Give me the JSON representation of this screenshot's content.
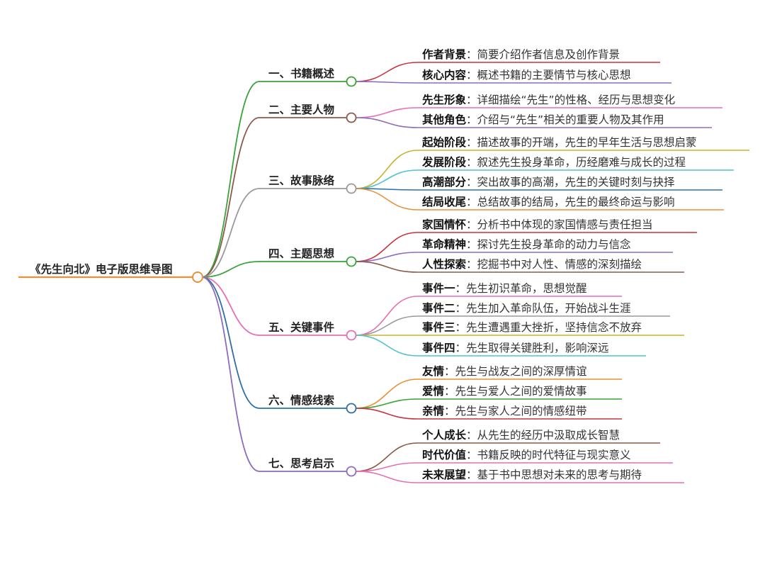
{
  "root": {
    "label": "《先生向北》电子版思维导图",
    "color": "#e8913a"
  },
  "branches": [
    {
      "label": "一、书籍概述",
      "color": "#3aa33a",
      "children": [
        {
          "key": "作者背景",
          "text": "简要介绍作者信息及创作背景",
          "color": "#c7343f"
        },
        {
          "key": "核心内容",
          "text": "概述书籍的主要情节与核心思想",
          "color": "#8e6bbf"
        }
      ]
    },
    {
      "label": "二、主要人物",
      "color": "#8b5a4a",
      "children": [
        {
          "key": "先生形象",
          "text": "详细描绘“先生”的性格、经历与思想变化",
          "color": "#e56fb4"
        },
        {
          "key": "其他角色",
          "text": "介绍与“先生”相关的重要人物及其作用",
          "color": "#8e6bbf"
        }
      ]
    },
    {
      "label": "三、故事脉络",
      "color": "#9a9a9a",
      "children": [
        {
          "key": "起始阶段",
          "text": "描述故事的开端，先生的早年生活与思想启蒙",
          "color": "#c9b22e"
        },
        {
          "key": "发展阶段",
          "text": "叙述先生投身革命，历经磨难与成长的过程",
          "color": "#4fc3cf"
        },
        {
          "key": "高潮部分",
          "text": "突出故事的高潮，先生的关键时刻与抉择",
          "color": "#2e6fa8"
        },
        {
          "key": "结局收尾",
          "text": "总结故事的结局，先生的最终命运与影响",
          "color": "#e8913a"
        }
      ]
    },
    {
      "label": "四、主题思想",
      "color": "#3aa33a",
      "children": [
        {
          "key": "家国情怀",
          "text": "分析书中体现的家国情感与责任担当",
          "color": "#c7343f"
        },
        {
          "key": "革命精神",
          "text": "探讨先生投身革命的动力与信念",
          "color": "#8e6bbf"
        },
        {
          "key": "人性探索",
          "text": "挖掘书中对人性、情感的深刻描绘",
          "color": "#8b5a4a"
        }
      ]
    },
    {
      "label": "五、关键事件",
      "color": "#e56fb4",
      "children": [
        {
          "key": "事件一",
          "text": "先生初识革命，思想觉醒",
          "color": "#e56fb4"
        },
        {
          "key": "事件二",
          "text": "先生加入革命队伍，开始战斗生涯",
          "color": "#9a9a9a"
        },
        {
          "key": "事件三",
          "text": "先生遭遇重大挫折，坚持信念不放弃",
          "color": "#c9b22e"
        },
        {
          "key": "事件四",
          "text": "先生取得关键胜利，影响深远",
          "color": "#4fc3cf"
        }
      ]
    },
    {
      "label": "六、情感线索",
      "color": "#2e6fa8",
      "children": [
        {
          "key": "友情",
          "text": "先生与战友之间的深厚情谊",
          "color": "#e8913a"
        },
        {
          "key": "爱情",
          "text": "先生与爱人之间的爱情故事",
          "color": "#3aa33a"
        },
        {
          "key": "亲情",
          "text": "先生与家人之间的情感纽带",
          "color": "#c7343f"
        }
      ]
    },
    {
      "label": "七、思考启示",
      "color": "#8e6bbf",
      "children": [
        {
          "key": "个人成长",
          "text": "从先生的经历中汲取成长智慧",
          "color": "#8b5a4a"
        },
        {
          "key": "时代价值",
          "text": "书籍反映的时代特征与现实意义",
          "color": "#e56fb4"
        },
        {
          "key": "未来展望",
          "text": "基于书中思想对未来的思考与期待",
          "color": "#e56fb4"
        }
      ]
    }
  ]
}
